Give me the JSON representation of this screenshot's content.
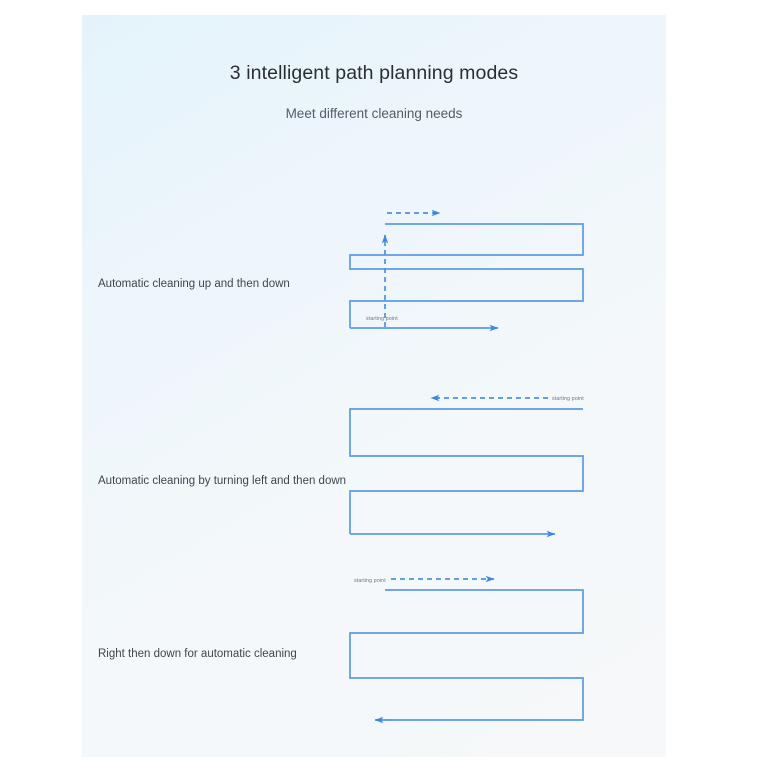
{
  "page": {
    "background_color": "#ffffff",
    "panel_gradient_from": "#e4f3fb",
    "panel_gradient_to": "#f6f8f9",
    "accent_color": "#5b9be8",
    "title_color": "#2a2f36",
    "subtitle_color": "#555c66",
    "label_color": "#40464f"
  },
  "header": {
    "title": "3 intelligent path planning modes",
    "subtitle": "Meet different cleaning needs"
  },
  "modes": [
    {
      "id": "up-then-down",
      "label": "Automatic cleaning up and then down",
      "starting_point_label": "starting point",
      "entry_arrow_direction": "right",
      "entry_arrow_style": "dashed",
      "inner_arrow_direction": "up",
      "inner_arrow_style": "dashed",
      "exit_arrow_direction": "right",
      "bands": 3
    },
    {
      "id": "left-then-down",
      "label": "Automatic cleaning by turning left and then down",
      "starting_point_label": "starting point",
      "entry_arrow_direction": "left",
      "entry_arrow_style": "dashed",
      "exit_arrow_direction": "right",
      "bands": 3
    },
    {
      "id": "right-then-down",
      "label": "Right then down for automatic cleaning",
      "starting_point_label": "starting point",
      "entry_arrow_direction": "right",
      "entry_arrow_style": "dashed",
      "exit_arrow_direction": "left",
      "bands": 3
    }
  ]
}
